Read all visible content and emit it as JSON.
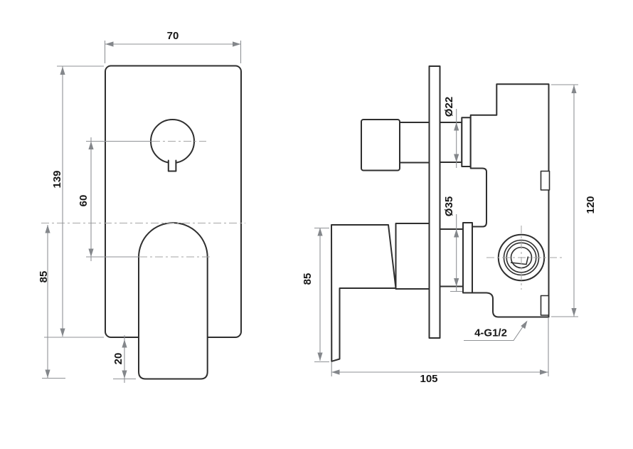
{
  "drawing": {
    "front_view": {
      "labels": {
        "plate_width": "70",
        "plate_height": "139",
        "knob_to_handle_offset": "60",
        "handle_length": "85",
        "handle_below_plate": "20"
      }
    },
    "side_view": {
      "labels": {
        "knob_stub_diameter": "Ø22",
        "cartridge_stub_diameter": "Ø35",
        "body_height": "120",
        "handle_length": "85",
        "overall_depth": "105",
        "connection_threads": "4-G1/2"
      }
    },
    "colors": {
      "background": "#ffffff",
      "outline": "#2f2f2f",
      "dimension_lines": "#8f9296",
      "centerlines": "#a6a6a6",
      "label_text": "#161616"
    }
  }
}
